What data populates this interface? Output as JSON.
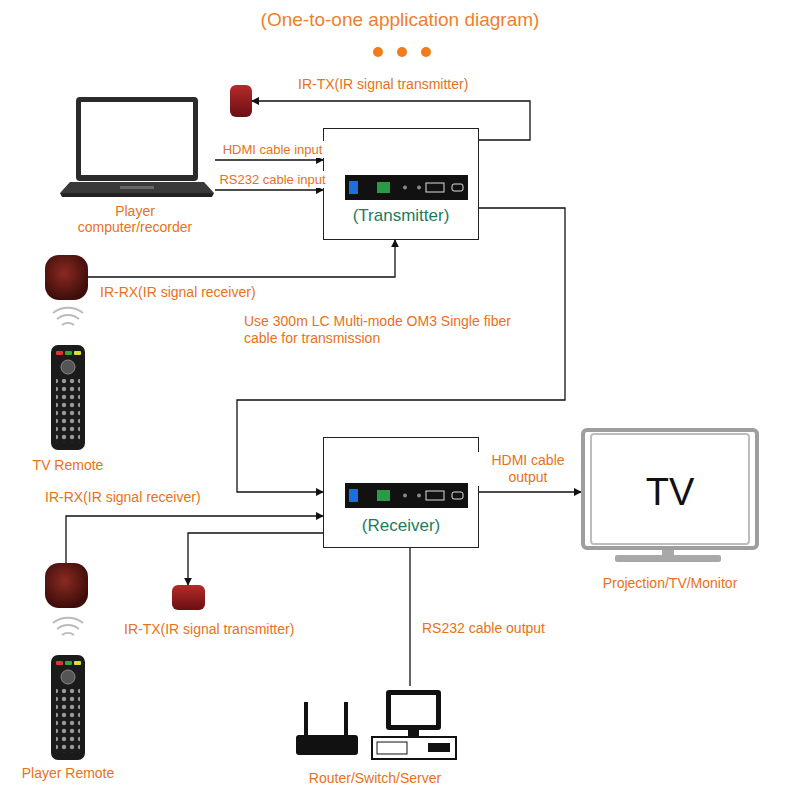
{
  "diagram": {
    "title": "(One-to-one application diagram)",
    "nodes": [
      {
        "text": [
          "Player computer/recorder"
        ]
      },
      {
        "text": [
          "IR-TX(IR signal transmitter)"
        ]
      },
      {
        "text": [
          "(Transmitter)"
        ]
      },
      {
        "text": [
          "IR-RX(IR signal receiver)"
        ]
      },
      {
        "text": [
          "TV Remote"
        ]
      },
      {
        "text": [
          "(Receiver)"
        ]
      },
      {
        "text": [
          "TV",
          "Projection/TV/Monitor"
        ]
      },
      {
        "text": [
          "IR-RX(IR signal receiver)"
        ]
      },
      {
        "text": [
          "IR-TX(IR signal transmitter)"
        ]
      },
      {
        "text": [
          "Player Remote"
        ]
      },
      {
        "text": [
          "Router/Switch/Server"
        ]
      }
    ],
    "edges": [
      {
        "from": 0,
        "to": 2,
        "label": "HDMI cable input",
        "arrow": "to"
      },
      {
        "from": 0,
        "to": 2,
        "label": "RS232 cable input",
        "arrow": "to"
      },
      {
        "from": 2,
        "to": 1,
        "arrow": "to"
      },
      {
        "from": 3,
        "to": 2,
        "arrow": "to"
      },
      {
        "from": 2,
        "to": 5,
        "label": "Use 300m LC Multi-mode OM3 Single fiber cable for transmission",
        "arrow": "to"
      },
      {
        "from": 5,
        "to": 6,
        "label": "HDMI cable output",
        "arrow": "to"
      },
      {
        "from": 7,
        "to": 5,
        "arrow": "to"
      },
      {
        "from": 5,
        "to": 8,
        "arrow": "to"
      },
      {
        "from": 5,
        "to": 10,
        "label": "RS232 cable output",
        "arrow": "none"
      }
    ]
  }
}
